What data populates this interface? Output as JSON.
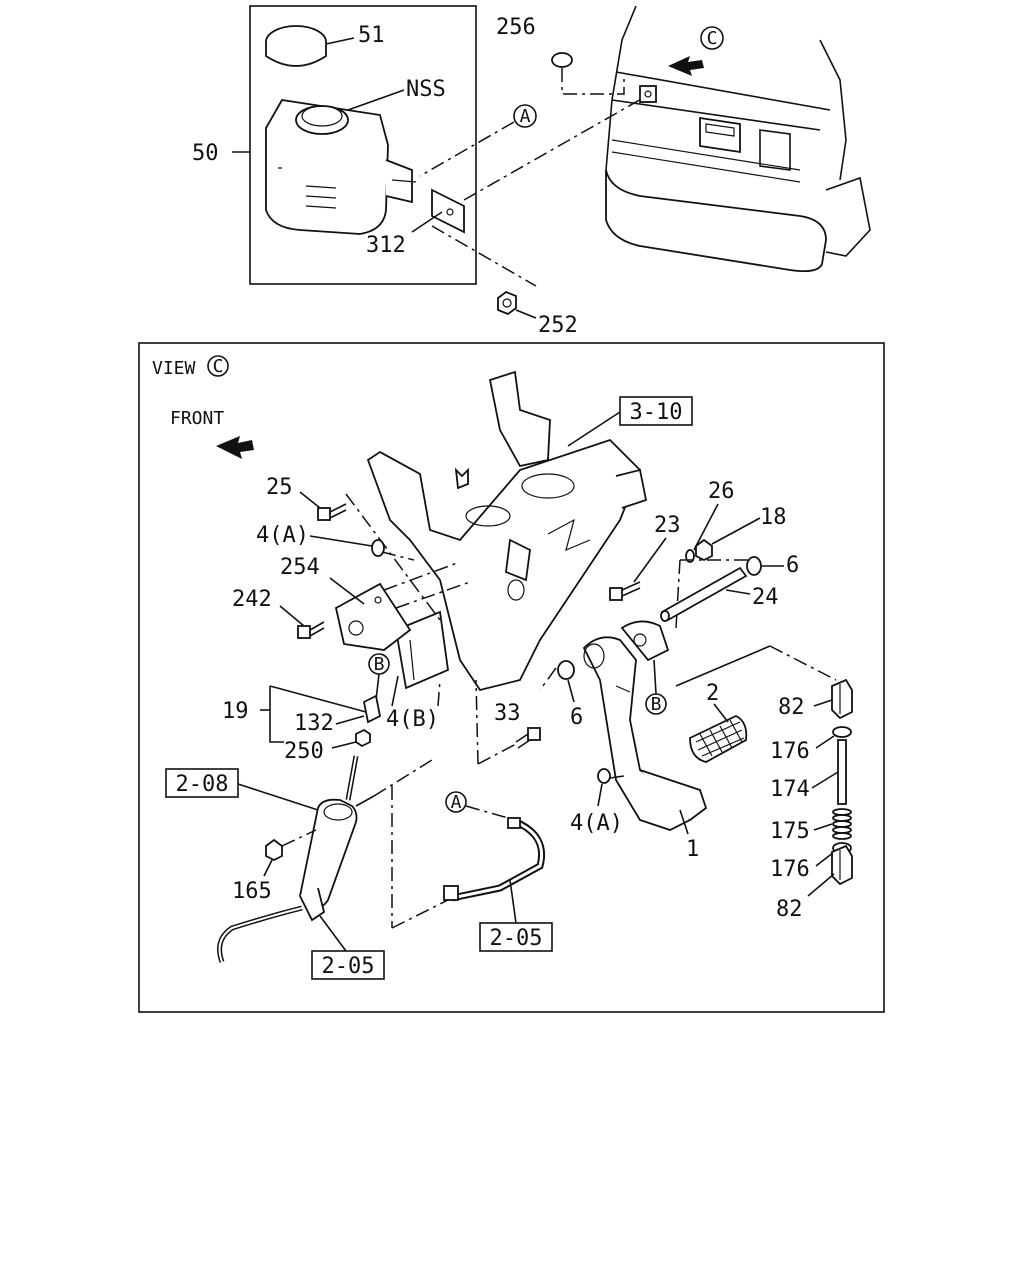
{
  "top_callouts": {
    "c51": "51",
    "cNSS": "NSS",
    "c50": "50",
    "c312": "312",
    "c252": "252",
    "c256": "256",
    "markerA": "A",
    "markerC": "C"
  },
  "view": {
    "title": "VIEW",
    "title_marker": "C",
    "front": "FRONT",
    "refs": {
      "r310": "3-10",
      "r208": "2-08",
      "r205a": "2-05",
      "r205b": "2-05"
    },
    "callouts": {
      "c25": "25",
      "c4A_1": "4(A)",
      "c254": "254",
      "c242": "242",
      "cB_1": "B",
      "c19": "19",
      "c132": "132",
      "c4B": "4(B)",
      "c250": "250",
      "c33": "33",
      "c6_1": "6",
      "c165": "165",
      "cA_2": "A",
      "c4A_2": "4(A)",
      "c1": "1",
      "c2": "2",
      "cB_2": "B",
      "c23": "23",
      "c26": "26",
      "c18": "18",
      "c6_2": "6",
      "c24": "24",
      "c82_1": "82",
      "c176_1": "176",
      "c174": "174",
      "c175": "175",
      "c176_2": "176",
      "c82_2": "82"
    }
  }
}
